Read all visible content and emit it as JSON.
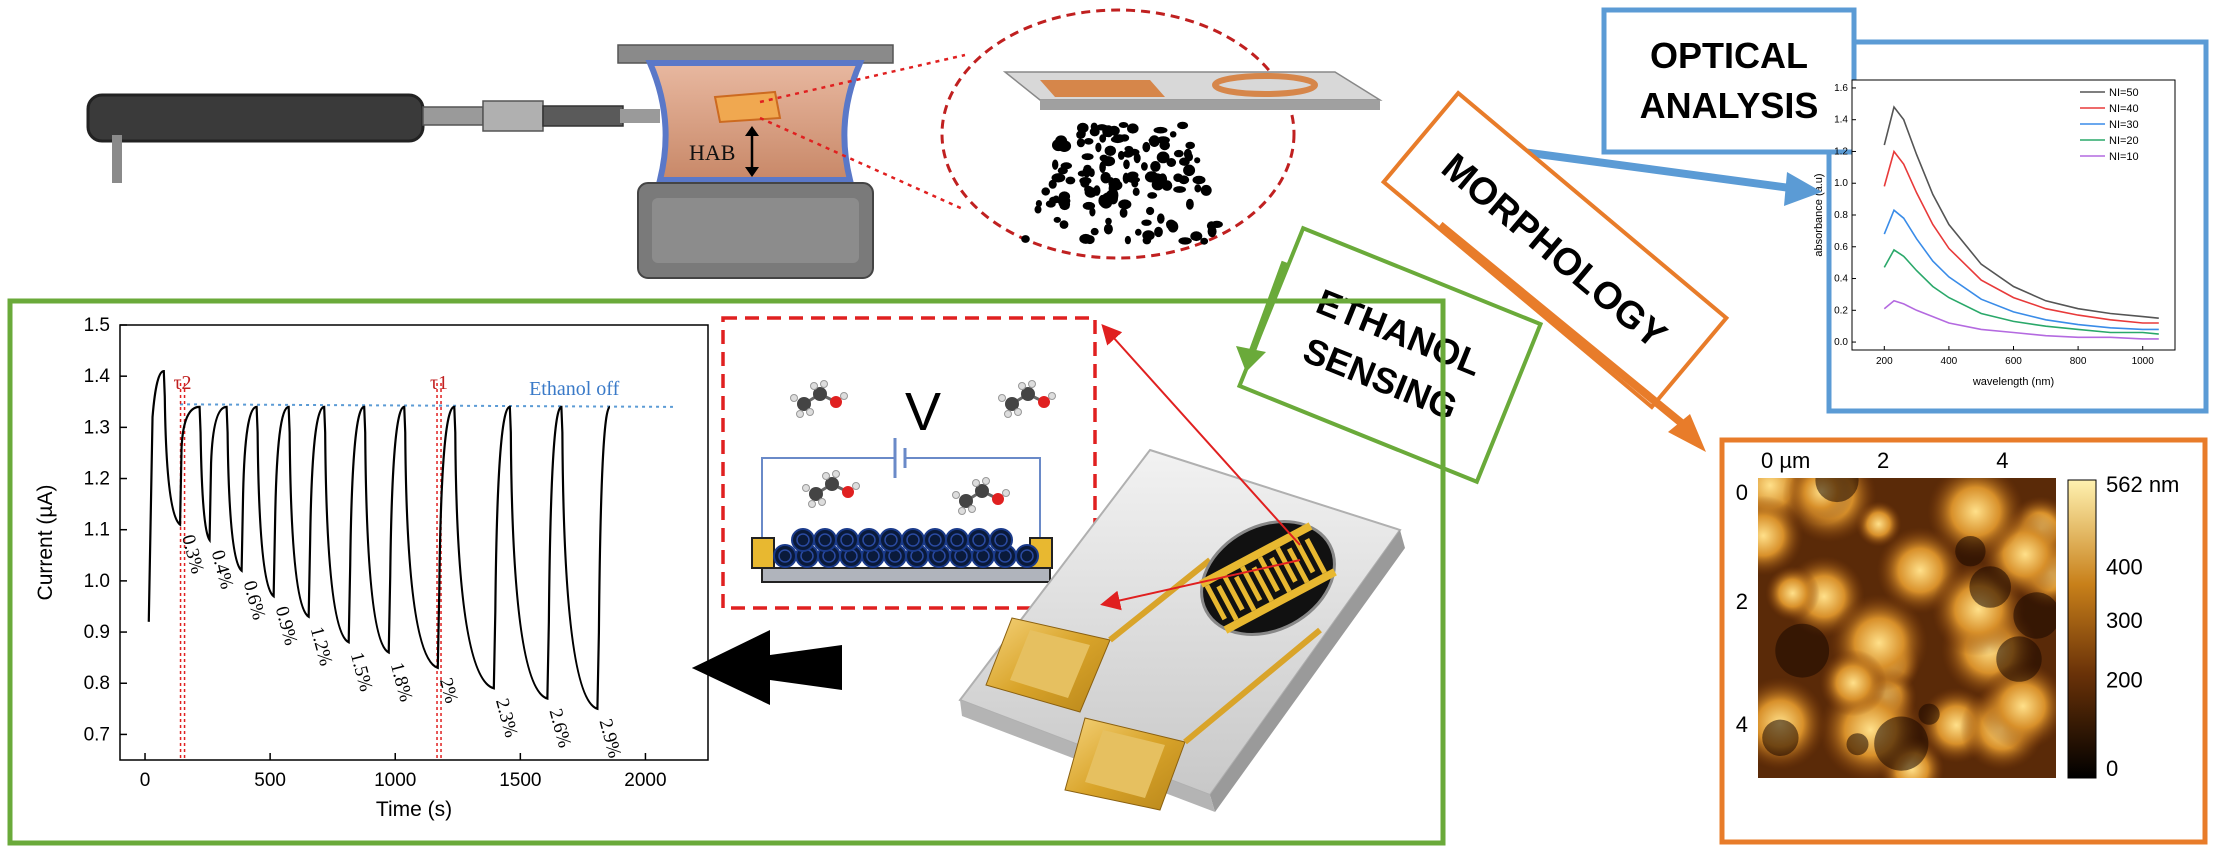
{
  "labels": {
    "hab": "HAB",
    "optical": [
      "OPTICAL",
      "ANALYSIS"
    ],
    "morphology": "MORPHOLOGY",
    "ethanol": [
      "ETHANOL",
      "SENSING"
    ],
    "voltage": "V"
  },
  "colors": {
    "green": "#6aaa3a",
    "orange": "#e87c2a",
    "blue": "#5b9bd5",
    "red": "#e02020",
    "darkred": "#b22222",
    "gold": "#e8b830",
    "black": "#000000"
  },
  "chart_data": [
    {
      "type": "line",
      "xlabel": "Time (s)",
      "ylabel": "Current (µA)",
      "xlim": [
        -100,
        2250
      ],
      "ylim": [
        0.65,
        1.5
      ],
      "xticks": [
        0,
        500,
        1000,
        1500,
        2000
      ],
      "yticks": [
        0.7,
        0.8,
        0.9,
        1.0,
        1.1,
        1.2,
        1.3,
        1.4,
        1.5
      ],
      "baseline_label": "Ethanol off",
      "baseline": 1.34,
      "markers": [
        {
          "label": "τ2",
          "x": 150
        },
        {
          "label": "τ1",
          "x": 1175
        }
      ],
      "pulses": [
        {
          "conc": "0.3%",
          "x_start": 75,
          "x_min": 140,
          "min": 1.11
        },
        {
          "conc": "0.4%",
          "x_start": 218,
          "x_min": 258,
          "min": 1.08
        },
        {
          "conc": "0.6%",
          "x_start": 326,
          "x_min": 386,
          "min": 1.02
        },
        {
          "conc": "0.9%",
          "x_start": 446,
          "x_min": 514,
          "min": 0.97
        },
        {
          "conc": "1.2%",
          "x_start": 574,
          "x_min": 654,
          "min": 0.93
        },
        {
          "conc": "1.5%",
          "x_start": 716,
          "x_min": 814,
          "min": 0.88
        },
        {
          "conc": "1.8%",
          "x_start": 876,
          "x_min": 974,
          "min": 0.86
        },
        {
          "conc": "2%",
          "x_start": 1036,
          "x_min": 1170,
          "min": 0.83
        },
        {
          "conc": "2.3%",
          "x_start": 1236,
          "x_min": 1394,
          "min": 0.79
        },
        {
          "conc": "2.6%",
          "x_start": 1458,
          "x_min": 1608,
          "min": 0.77
        },
        {
          "conc": "2.9%",
          "x_start": 1664,
          "x_min": 1808,
          "min": 0.75
        }
      ],
      "first_peak": 1.41,
      "end_x": 1858
    },
    {
      "type": "line",
      "xlabel": "wavelength (nm)",
      "ylabel": "absorbance (a.u)",
      "xlim": [
        100,
        1100
      ],
      "ylim": [
        -0.05,
        1.65
      ],
      "xticks": [
        200,
        400,
        600,
        800,
        1000
      ],
      "yticks": [
        0.0,
        0.2,
        0.4,
        0.6,
        0.8,
        1.0,
        1.2,
        1.4,
        1.6
      ],
      "x": [
        200,
        230,
        260,
        300,
        350,
        400,
        500,
        600,
        700,
        800,
        900,
        1000,
        1050
      ],
      "series": [
        {
          "name": "NI=50",
          "color": "#555555",
          "values": [
            1.24,
            1.48,
            1.4,
            1.18,
            0.93,
            0.74,
            0.49,
            0.35,
            0.26,
            0.21,
            0.18,
            0.16,
            0.15
          ]
        },
        {
          "name": "NI=40",
          "color": "#e83a3a",
          "values": [
            0.98,
            1.2,
            1.12,
            0.94,
            0.74,
            0.59,
            0.39,
            0.28,
            0.21,
            0.17,
            0.14,
            0.12,
            0.12
          ]
        },
        {
          "name": "NI=30",
          "color": "#3a8ce8",
          "values": [
            0.68,
            0.83,
            0.78,
            0.65,
            0.51,
            0.41,
            0.27,
            0.19,
            0.14,
            0.11,
            0.09,
            0.08,
            0.08
          ]
        },
        {
          "name": "NI=20",
          "color": "#2aa86a",
          "values": [
            0.47,
            0.58,
            0.54,
            0.45,
            0.35,
            0.28,
            0.18,
            0.13,
            0.1,
            0.08,
            0.06,
            0.06,
            0.05
          ]
        },
        {
          "name": "NI=10",
          "color": "#b46ae0",
          "values": [
            0.21,
            0.26,
            0.24,
            0.2,
            0.16,
            0.12,
            0.08,
            0.06,
            0.04,
            0.03,
            0.03,
            0.02,
            0.02
          ]
        }
      ]
    },
    {
      "type": "heatmap",
      "x_unit": "µm",
      "xticks": [
        "0 µm",
        "2",
        "4"
      ],
      "yticks": [
        "0",
        "2",
        "4"
      ],
      "colorbar_ticks": [
        "562 nm",
        "400",
        "300",
        "200",
        "0"
      ],
      "max": 562
    }
  ]
}
